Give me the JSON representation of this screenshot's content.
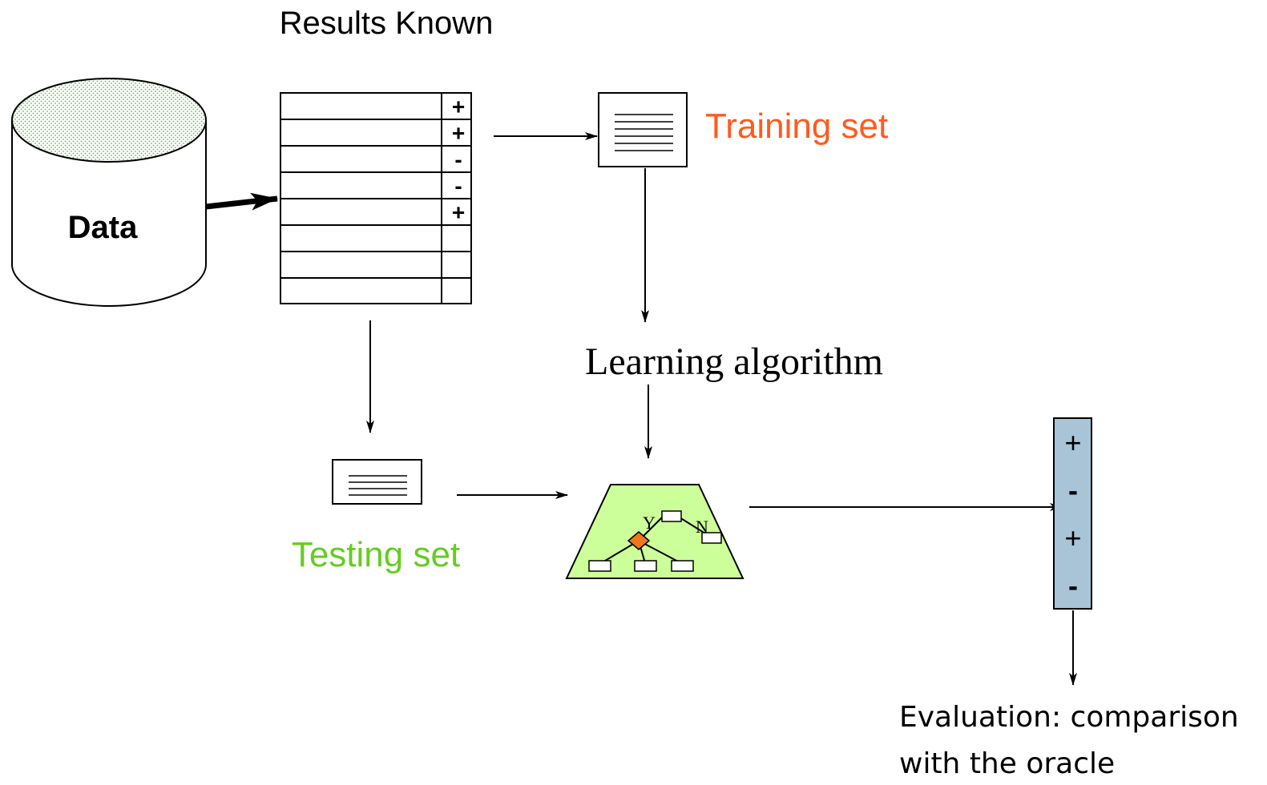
{
  "header": {
    "title": "Results Known"
  },
  "database": {
    "label": "Data",
    "top_color": "#5fbf3f"
  },
  "results_table": {
    "labels": [
      "+",
      "+",
      "-",
      "-",
      "+",
      "",
      "",
      ""
    ]
  },
  "training": {
    "label": "Training set",
    "color": "#ff5a1f"
  },
  "testing": {
    "label": "Testing set",
    "color": "#66cc22"
  },
  "algorithm": {
    "label": "Learning algorithm"
  },
  "model": {
    "fill": "#ccff99",
    "node_color": "#ee7722",
    "yes_label": "Y",
    "no_label": "N"
  },
  "predictions": {
    "labels": [
      "+",
      "-",
      "+",
      "-"
    ],
    "fill": "#a8c4d6"
  },
  "evaluation": {
    "line1": "Evaluation: comparison",
    "line2": "with the oracle"
  }
}
